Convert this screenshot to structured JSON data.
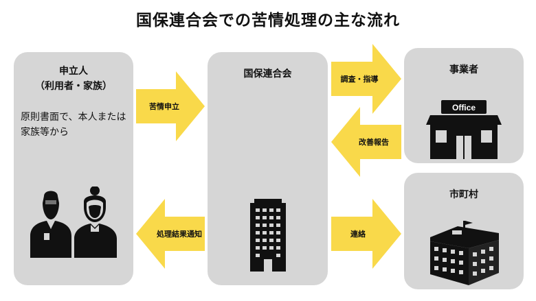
{
  "title": "国保連合会での苦情処理の主な流れ",
  "boxes": {
    "applicant": {
      "title_line1": "申立人",
      "title_line2": "（利用者・家族）",
      "body": "原則書面で、本人または家族等から"
    },
    "kokuho": {
      "title": "国保連合会"
    },
    "business": {
      "title": "事業者",
      "sign": "Office"
    },
    "city": {
      "title": "市町村"
    }
  },
  "arrows": {
    "complaint": "苦情申立",
    "notify": "処理結果通知",
    "investigate": "調査・指導",
    "report": "改善報告",
    "contact": "連絡"
  },
  "colors": {
    "arrow": "#f9d94a",
    "box": "#d6d6d6",
    "icon": "#111111"
  }
}
